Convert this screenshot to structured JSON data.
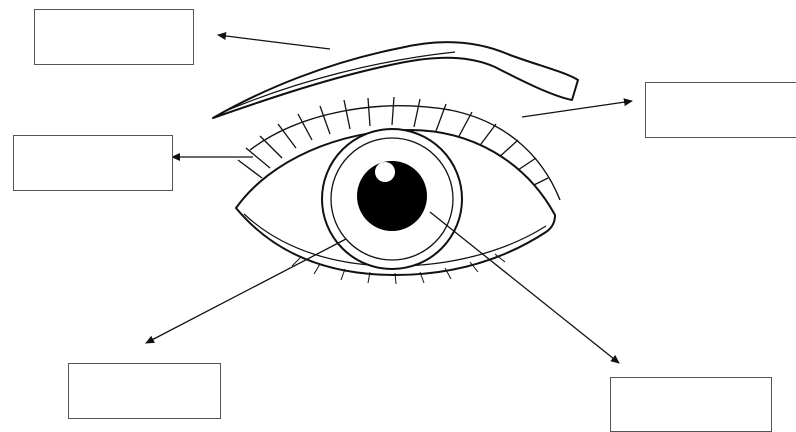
{
  "diagram": {
    "parts": [
      {
        "key": "eyebrow",
        "text": ""
      },
      {
        "key": "upper_eyelid",
        "text": ""
      },
      {
        "key": "eyelashes",
        "text": ""
      },
      {
        "key": "iris",
        "text": ""
      },
      {
        "key": "pupil",
        "text": ""
      }
    ]
  },
  "colors": {
    "line": "#111111",
    "box_border": "#555555",
    "pupil": "#000000",
    "background": "#ffffff"
  }
}
